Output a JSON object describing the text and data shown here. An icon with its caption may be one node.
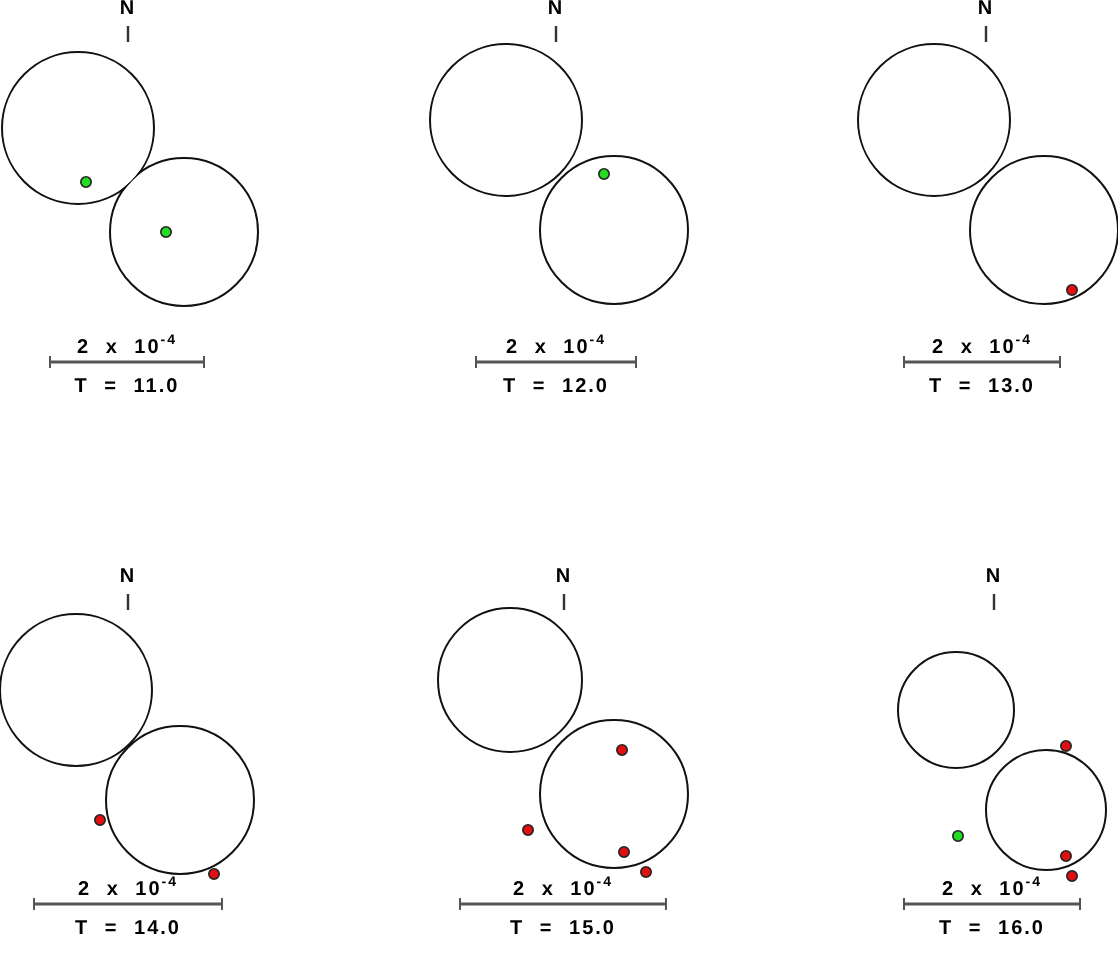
{
  "diagram": {
    "labels": [
      "N",
      "2 x 10$^{-4}$",
      "T = 11.0",
      "N",
      "2 x 10$^{-4}$",
      "T = 12.0",
      "N",
      "2 x 10$^{-4}$",
      "T = 13.0",
      "N",
      "2 x 10$^{-4}$",
      "T = 14.0",
      "N",
      "2 x 10$^{-4}$",
      "T = 15.0",
      "N",
      "2 x 10$^{-4}$",
      "T = 16.0"
    ]
  }
}
